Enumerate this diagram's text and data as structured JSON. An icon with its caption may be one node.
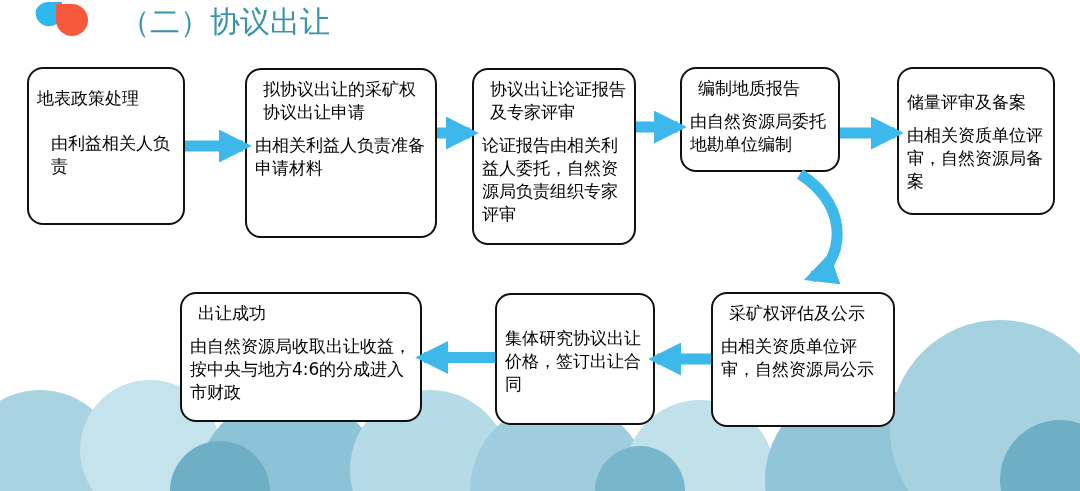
{
  "diagram": {
    "title": "（二）协议出让",
    "nodes": [
      {
        "text": [
          "地表政策处理",
          "由利益相关人负责"
        ]
      },
      {
        "text": [
          "拟协议出让的采矿权协议出让申请",
          "由相关利益人负责准备申请材料"
        ]
      },
      {
        "text": [
          "协议出让论证报告及专家评审",
          "论证报告由相关利益人委托，自然资源局负责组织专家评审"
        ]
      },
      {
        "text": [
          "编制地质报告",
          "由自然资源局委托地勘单位编制"
        ]
      },
      {
        "text": [
          "储量评审及备案",
          "由相关资质单位评审，自然资源局备案"
        ]
      },
      {
        "text": [
          "采矿权评估及公示",
          "由相关资质单位评审，自然资源局公示"
        ]
      },
      {
        "text": [
          "集体研究协议出让价格，签订出让合同"
        ]
      },
      {
        "text": [
          "出让成功",
          "由自然资源局收取出让收益，按中央与地方4:6的分成进入市财政"
        ]
      }
    ],
    "edges": [
      {
        "from": 0,
        "to": 1,
        "arrow": "to"
      },
      {
        "from": 1,
        "to": 2,
        "arrow": "to"
      },
      {
        "from": 2,
        "to": 3,
        "arrow": "to"
      },
      {
        "from": 3,
        "to": 4,
        "arrow": "to"
      },
      {
        "from": 3,
        "to": 5,
        "arrow": "to"
      },
      {
        "from": 5,
        "to": 6,
        "arrow": "to"
      },
      {
        "from": 6,
        "to": 7,
        "arrow": "to"
      }
    ]
  }
}
